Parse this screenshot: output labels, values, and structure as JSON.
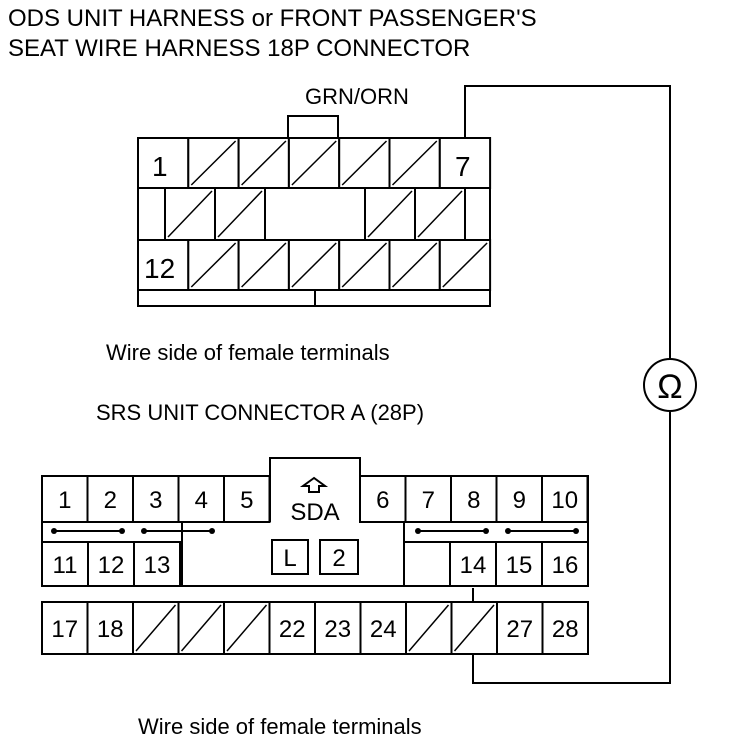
{
  "top_connector": {
    "title_line1": "ODS UNIT HARNESS or FRONT PASSENGER'S",
    "title_line2": "SEAT WIRE HARNESS 18P CONNECTOR",
    "wire_color": "GRN/ORN",
    "pin_labels": [
      "1",
      "7",
      "12"
    ],
    "caption": "Wire side of female terminals"
  },
  "bottom_connector": {
    "title": "SRS UNIT CONNECTOR A (28P)",
    "top_row": [
      "1",
      "2",
      "3",
      "4",
      "5",
      "6",
      "7",
      "8",
      "9",
      "10"
    ],
    "mid_row": [
      "11",
      "12",
      "13",
      "14",
      "15",
      "16"
    ],
    "bottom_row": [
      "17",
      "18",
      "22",
      "23",
      "24",
      "27",
      "28"
    ],
    "sda_label": "SDA",
    "lock_labels": [
      "L",
      "2"
    ],
    "caption": "Wire side of female terminals"
  },
  "meter": {
    "symbol": "Ω"
  }
}
